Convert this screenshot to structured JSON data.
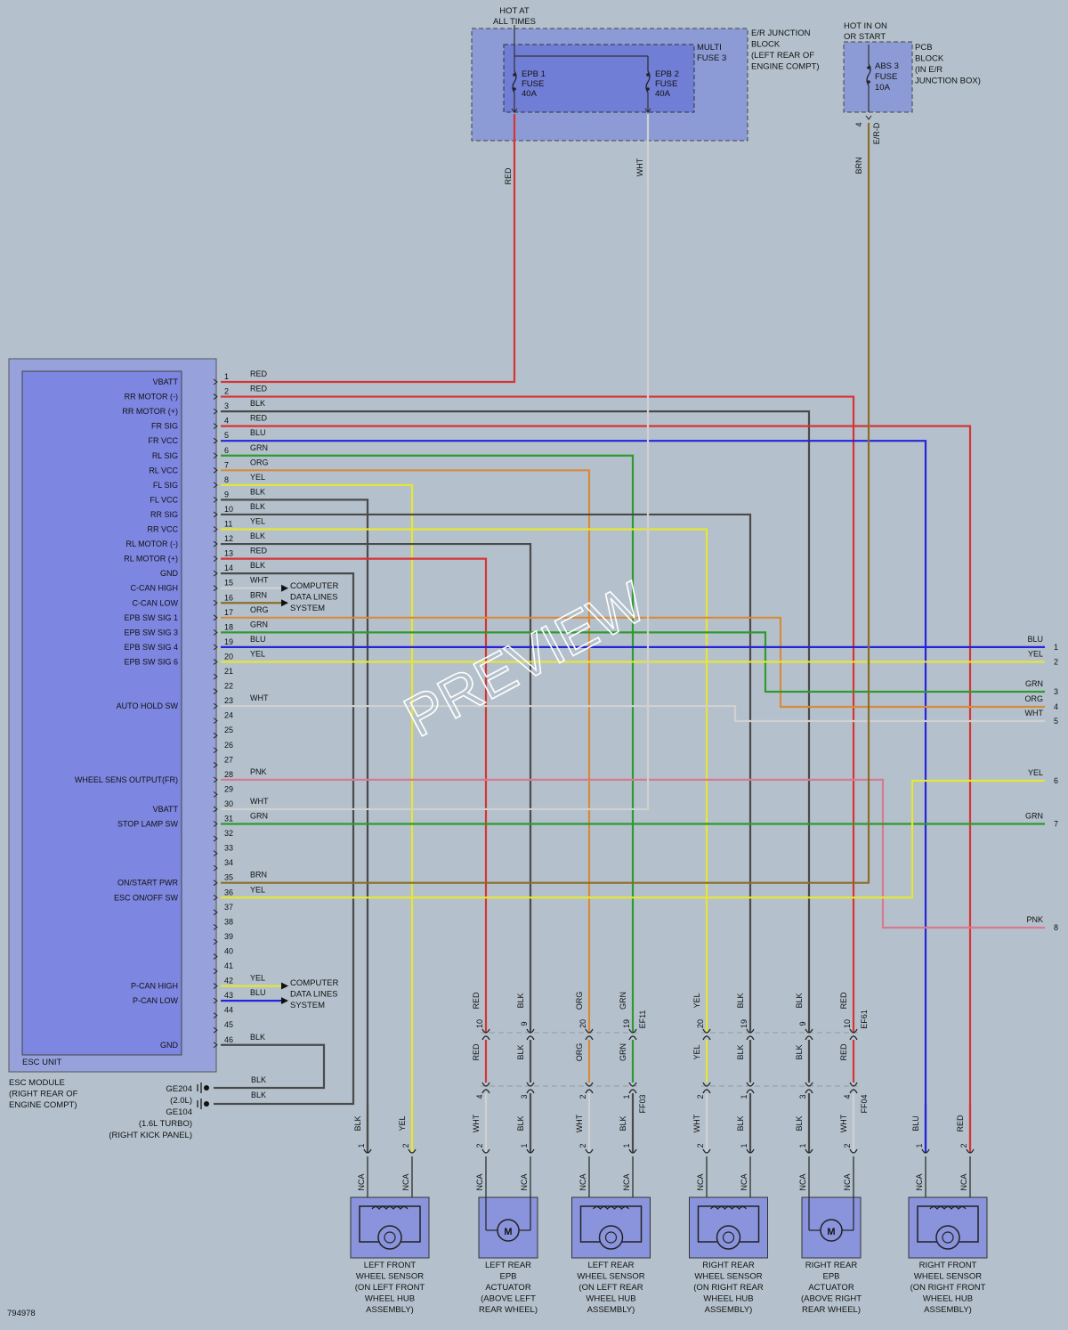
{
  "figure_id": "794978",
  "watermark": "PREVIEW",
  "colors": {
    "background": "#b4c1cc",
    "module_fill": "#8b93db",
    "fuse_fill": "#7b88d6",
    "RED": "#d63434",
    "BLK": "#4a4a4a",
    "BLU": "#2424d8",
    "GRN": "#2f9a2f",
    "ORG": "#d88a3a",
    "YEL": "#e6e633",
    "WHT": "#d0d0d0",
    "BRN": "#8a6d2a",
    "PNK": "#d87a8f"
  },
  "fuse_block": {
    "hot_label": [
      "HOT AT",
      "ALL TIMES"
    ],
    "name": [
      "E/R JUNCTION",
      "BLOCK",
      "(LEFT REAR OF",
      "ENGINE COMPT)"
    ],
    "multi_fuse": [
      "MULTI",
      "FUSE 3"
    ],
    "fuse1": [
      "EPB 1",
      "FUSE",
      "40A"
    ],
    "fuse2": [
      "EPB 2",
      "FUSE",
      "40A"
    ],
    "wire1": "RED",
    "wire2": "WHT"
  },
  "pcb_block": {
    "hot_label": [
      "HOT IN ON",
      "OR START"
    ],
    "name": [
      "PCB",
      "BLOCK",
      "(IN E/R",
      "JUNCTION BOX)"
    ],
    "fuse": [
      "ABS 3",
      "FUSE",
      "10A"
    ],
    "pin": "4",
    "connector": "E/R-D",
    "wire": "BRN"
  },
  "esc_module": {
    "unit_label": "ESC UNIT",
    "location": [
      "ESC MODULE",
      "(RIGHT REAR OF",
      "ENGINE COMPT)"
    ],
    "signals": [
      {
        "pin": "1",
        "name": "VBATT",
        "color": "RED"
      },
      {
        "pin": "2",
        "name": "RR MOTOR (-)",
        "color": "RED"
      },
      {
        "pin": "3",
        "name": "RR MOTOR (+)",
        "color": "BLK"
      },
      {
        "pin": "4",
        "name": "FR SIG",
        "color": "RED"
      },
      {
        "pin": "5",
        "name": "FR VCC",
        "color": "BLU"
      },
      {
        "pin": "6",
        "name": "RL SIG",
        "color": "GRN"
      },
      {
        "pin": "7",
        "name": "RL VCC",
        "color": "ORG"
      },
      {
        "pin": "8",
        "name": "FL SIG",
        "color": "YEL"
      },
      {
        "pin": "9",
        "name": "FL VCC",
        "color": "BLK"
      },
      {
        "pin": "10",
        "name": "RR SIG",
        "color": "BLK"
      },
      {
        "pin": "11",
        "name": "RR VCC",
        "color": "YEL"
      },
      {
        "pin": "12",
        "name": "RL MOTOR (-)",
        "color": "BLK"
      },
      {
        "pin": "13",
        "name": "RL MOTOR (+)",
        "color": "RED"
      },
      {
        "pin": "14",
        "name": "GND",
        "color": "BLK"
      },
      {
        "pin": "15",
        "name": "C-CAN HIGH",
        "color": "WHT"
      },
      {
        "pin": "16",
        "name": "C-CAN LOW",
        "color": "BRN"
      },
      {
        "pin": "17",
        "name": "EPB SW SIG 1",
        "color": "ORG"
      },
      {
        "pin": "18",
        "name": "EPB SW SIG 3",
        "color": "GRN"
      },
      {
        "pin": "19",
        "name": "EPB SW SIG 4",
        "color": "BLU"
      },
      {
        "pin": "20",
        "name": "EPB SW SIG 6",
        "color": "YEL"
      },
      {
        "pin": "21",
        "name": "",
        "color": ""
      },
      {
        "pin": "22",
        "name": "",
        "color": ""
      },
      {
        "pin": "23",
        "name": "AUTO HOLD SW",
        "color": "WHT"
      },
      {
        "pin": "24",
        "name": "",
        "color": ""
      },
      {
        "pin": "25",
        "name": "",
        "color": ""
      },
      {
        "pin": "26",
        "name": "",
        "color": ""
      },
      {
        "pin": "27",
        "name": "",
        "color": ""
      },
      {
        "pin": "28",
        "name": "WHEEL SENS OUTPUT(FR)",
        "color": "PNK"
      },
      {
        "pin": "29",
        "name": "",
        "color": ""
      },
      {
        "pin": "30",
        "name": "VBATT",
        "color": "WHT"
      },
      {
        "pin": "31",
        "name": "STOP LAMP SW",
        "color": "GRN"
      },
      {
        "pin": "32",
        "name": "",
        "color": ""
      },
      {
        "pin": "33",
        "name": "",
        "color": ""
      },
      {
        "pin": "34",
        "name": "",
        "color": ""
      },
      {
        "pin": "35",
        "name": "ON/START PWR",
        "color": "BRN"
      },
      {
        "pin": "36",
        "name": "ESC ON/OFF SW",
        "color": "YEL"
      },
      {
        "pin": "37",
        "name": "",
        "color": ""
      },
      {
        "pin": "38",
        "name": "",
        "color": ""
      },
      {
        "pin": "39",
        "name": "",
        "color": ""
      },
      {
        "pin": "40",
        "name": "",
        "color": ""
      },
      {
        "pin": "41",
        "name": "",
        "color": ""
      },
      {
        "pin": "42",
        "name": "P-CAN HIGH",
        "color": "YEL"
      },
      {
        "pin": "43",
        "name": "P-CAN LOW",
        "color": "BLU"
      },
      {
        "pin": "44",
        "name": "",
        "color": ""
      },
      {
        "pin": "45",
        "name": "",
        "color": ""
      },
      {
        "pin": "46",
        "name": "GND",
        "color": "BLK"
      }
    ]
  },
  "data_lines_text": [
    "COMPUTER",
    "DATA LINES",
    "SYSTEM"
  ],
  "grounds": {
    "g1": "GE204",
    "g2": "(2.0L)",
    "g3": "GE104",
    "g4": "(1.6L TURBO)",
    "location": "(RIGHT KICK PANEL)",
    "wire1": "BLK",
    "wire2": "BLK"
  },
  "right_outputs": [
    {
      "pin": "1",
      "color": "BLU"
    },
    {
      "pin": "2",
      "color": "YEL"
    },
    {
      "pin": "3",
      "color": "GRN"
    },
    {
      "pin": "4",
      "color": "ORG"
    },
    {
      "pin": "5",
      "color": "WHT"
    },
    {
      "pin": "6",
      "color": "YEL"
    },
    {
      "pin": "7",
      "color": "GRN"
    },
    {
      "pin": "8",
      "color": "PNK"
    }
  ],
  "harness": {
    "ef11": "EF11",
    "ff03": "FF03",
    "ef61": "EF61",
    "ff04": "FF04",
    "columns": [
      {
        "upper_pin": "10",
        "upper_color": "RED",
        "lower_pin": "4",
        "lower_color": "WHT"
      },
      {
        "upper_pin": "9",
        "upper_color": "BLK",
        "lower_pin": "3",
        "lower_color": "BLK"
      },
      {
        "upper_pin": "20",
        "upper_color": "ORG",
        "lower_pin": "2",
        "lower_color": "WHT"
      },
      {
        "upper_pin": "19",
        "upper_color": "GRN",
        "lower_pin": "1",
        "lower_color": "BLK"
      },
      {
        "upper_pin": "20",
        "upper_color": "YEL",
        "lower_pin": "2",
        "lower_color": "WHT"
      },
      {
        "upper_pin": "19",
        "upper_color": "BLK",
        "lower_pin": "1",
        "lower_color": "BLK"
      },
      {
        "upper_pin": "9",
        "upper_color": "BLK",
        "lower_pin": "3",
        "lower_color": "BLK"
      },
      {
        "upper_pin": "10",
        "upper_color": "RED",
        "lower_pin": "4",
        "lower_color": "WHT"
      }
    ]
  },
  "components": [
    {
      "kind": "sensor",
      "name": [
        "LEFT FRONT",
        "WHEEL SENSOR",
        "(ON LEFT FRONT",
        "WHEEL HUB",
        "ASSEMBLY)"
      ],
      "pins": [
        {
          "pin": "1",
          "color": "BLK"
        },
        {
          "pin": "2",
          "color": "YEL"
        }
      ]
    },
    {
      "kind": "motor",
      "name": [
        "LEFT REAR",
        "EPB",
        "ACTUATOR",
        "(ABOVE LEFT",
        "REAR WHEEL)"
      ],
      "pins": [
        {
          "pin": "2",
          "color": "WHT"
        },
        {
          "pin": "1",
          "color": "BLK"
        }
      ]
    },
    {
      "kind": "sensor",
      "name": [
        "LEFT REAR",
        "WHEEL SENSOR",
        "(ON LEFT REAR",
        "WHEEL HUB",
        "ASSEMBLY)"
      ],
      "pins": [
        {
          "pin": "2",
          "color": "WHT"
        },
        {
          "pin": "1",
          "color": "BLK"
        }
      ]
    },
    {
      "kind": "sensor",
      "name": [
        "RIGHT REAR",
        "WHEEL SENSOR",
        "(ON RIGHT REAR",
        "WHEEL HUB",
        "ASSEMBLY)"
      ],
      "pins": [
        {
          "pin": "2",
          "color": "WHT"
        },
        {
          "pin": "1",
          "color": "BLK"
        }
      ]
    },
    {
      "kind": "motor",
      "name": [
        "RIGHT REAR",
        "EPB",
        "ACTUATOR",
        "(ABOVE RIGHT",
        "REAR WHEEL)"
      ],
      "pins": [
        {
          "pin": "1",
          "color": "BLK"
        },
        {
          "pin": "2",
          "color": "WHT"
        }
      ]
    },
    {
      "kind": "sensor",
      "name": [
        "RIGHT FRONT",
        "WHEEL SENSOR",
        "(ON RIGHT FRONT",
        "WHEEL HUB",
        "ASSEMBLY)"
      ],
      "pins": [
        {
          "pin": "1",
          "color": "BLU"
        },
        {
          "pin": "2",
          "color": "RED"
        }
      ]
    }
  ],
  "nca": "NCA",
  "motor_symbol": "M"
}
